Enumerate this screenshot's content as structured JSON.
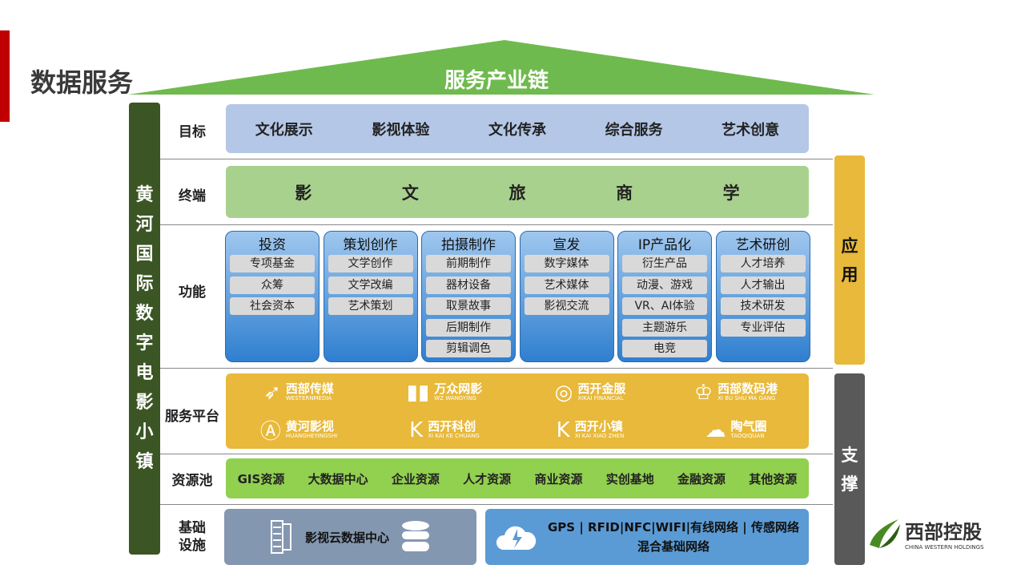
{
  "page_title": "数据服务",
  "roof_label": "服务产业链",
  "vertical_label": "黄河国际数字电影小镇",
  "row_labels": {
    "goal": "目标",
    "terminal": "终端",
    "function": "功能",
    "platform": "服务平台",
    "resources": "资源池",
    "infra": "基础设施"
  },
  "goals": [
    "文化展示",
    "影视体验",
    "文化传承",
    "综合服务",
    "艺术创意"
  ],
  "terminals": [
    "影",
    "文",
    "旅",
    "商",
    "学"
  ],
  "functions": [
    {
      "title": "投资",
      "items": [
        "专项基金",
        "众筹",
        "社会资本"
      ]
    },
    {
      "title": "策划创作",
      "items": [
        "文学创作",
        "文学改编",
        "艺术策划"
      ]
    },
    {
      "title": "拍摄制作",
      "items": [
        "前期制作",
        "器材设备",
        "取景故事",
        "后期制作",
        "剪辑调色"
      ]
    },
    {
      "title": "宣发",
      "items": [
        "数字媒体",
        "艺术媒体",
        "影视交流"
      ]
    },
    {
      "title": "IP产品化",
      "items": [
        "衍生产品",
        "动漫、游戏",
        "VR、AI体验",
        "主题游乐",
        "电竞"
      ]
    },
    {
      "title": "艺术研创",
      "items": [
        "人才培养",
        "人才输出",
        "技术研发",
        "专业评估"
      ]
    }
  ],
  "platforms": [
    {
      "name": "西部传媒",
      "en": "WESTERNMEDIA",
      "icon": "swoosh-icon"
    },
    {
      "name": "万众网影",
      "en": "WZ WANGYING",
      "icon": "bars-icon"
    },
    {
      "name": "西开金服",
      "en": "XIKAI FINANCIAL",
      "icon": "coin-icon"
    },
    {
      "name": "西部数码港",
      "en": "XI BU SHU MA GANG",
      "icon": "crown-icon"
    },
    {
      "name": "黄河影视",
      "en": "HUANGHEYINGSHI",
      "icon": "circle-a-icon"
    },
    {
      "name": "西开科创",
      "en": "XI KAI KE CHUANG",
      "icon": "k-icon"
    },
    {
      "name": "西开小镇",
      "en": "XI KAI XIAO ZHEN",
      "icon": "k-icon"
    },
    {
      "name": "陶气圈",
      "en": "TAOQIQUAN",
      "icon": "mascot-icon"
    }
  ],
  "resources": [
    "GIS资源",
    "大数据中心",
    "企业资源",
    "人才资源",
    "商业资源",
    "实创基地",
    "金融资源",
    "其他资源"
  ],
  "infra": {
    "datacenter": "影视云数据中心",
    "network_line1": "GPS | RFID|NFC|WIFI|有线网络 | 传感网络",
    "network_line2": "混合基础网络"
  },
  "side": {
    "application": "应用",
    "support": "支撑"
  },
  "company": {
    "name": "西部控股",
    "en": "CHINA WESTERN HOLDINGS"
  },
  "colors": {
    "roof": "#6fba4e",
    "vbar": "#3b5524",
    "goal": "#b4c7e7",
    "terminal": "#a9d18e",
    "platform": "#e8b93a",
    "resource": "#92d050",
    "accent_red": "#c00000"
  }
}
